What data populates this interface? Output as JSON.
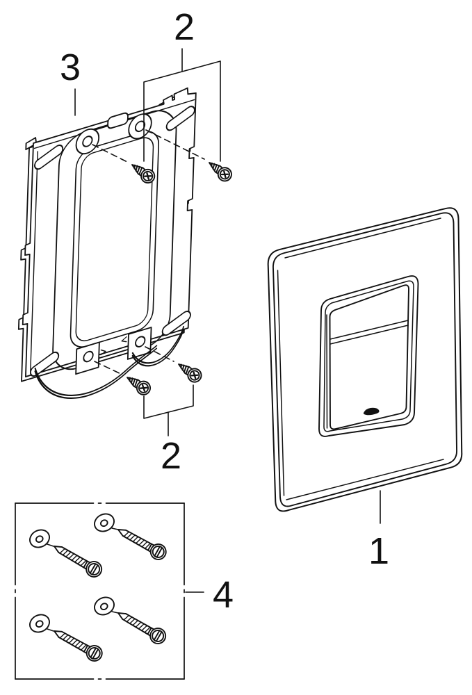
{
  "figure": {
    "background": "#ffffff",
    "line_color": "#111111",
    "callouts": {
      "plate": "1",
      "screws_top": "2",
      "screws_bottom": "2",
      "frame": "3",
      "hardware_kit": "4"
    }
  }
}
